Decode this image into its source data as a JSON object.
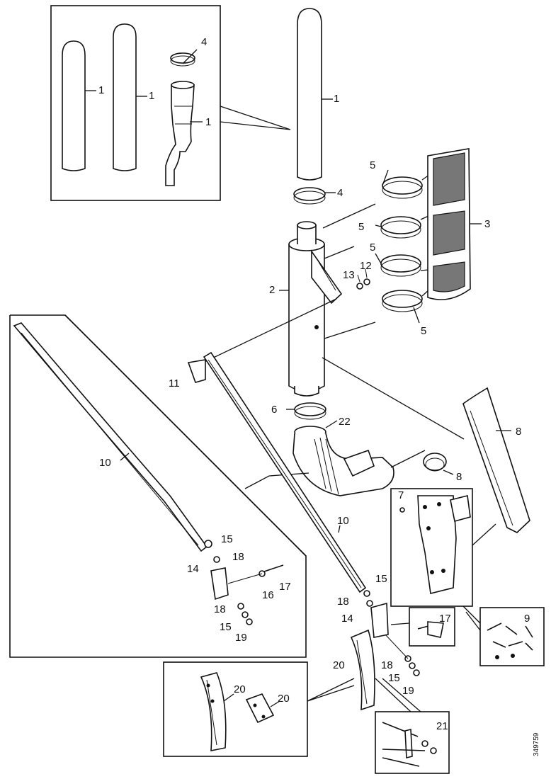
{
  "drawing_number": "349759",
  "callouts": {
    "c1a": "1",
    "c1b": "1",
    "c1c": "1",
    "c1d": "1",
    "c2": "2",
    "c3": "3",
    "c4a": "4",
    "c4b": "4",
    "c5a": "5",
    "c5b": "5",
    "c5c": "5",
    "c5d": "5",
    "c6": "6",
    "c7": "7",
    "c8a": "8",
    "c8b": "8",
    "c9": "9",
    "c10a": "10",
    "c10b": "10",
    "c11": "11",
    "c12": "12",
    "c13": "13",
    "c14a": "14",
    "c14b": "14",
    "c15a": "15",
    "c15b": "15",
    "c15c": "15",
    "c15d": "15",
    "c16": "16",
    "c17a": "17",
    "c17b": "17",
    "c18a": "18",
    "c18b": "18",
    "c18c": "18",
    "c18d": "18",
    "c19a": "19",
    "c19b": "19",
    "c20a": "20",
    "c20b": "20",
    "c20c": "20",
    "c21": "21",
    "c22": "22"
  }
}
